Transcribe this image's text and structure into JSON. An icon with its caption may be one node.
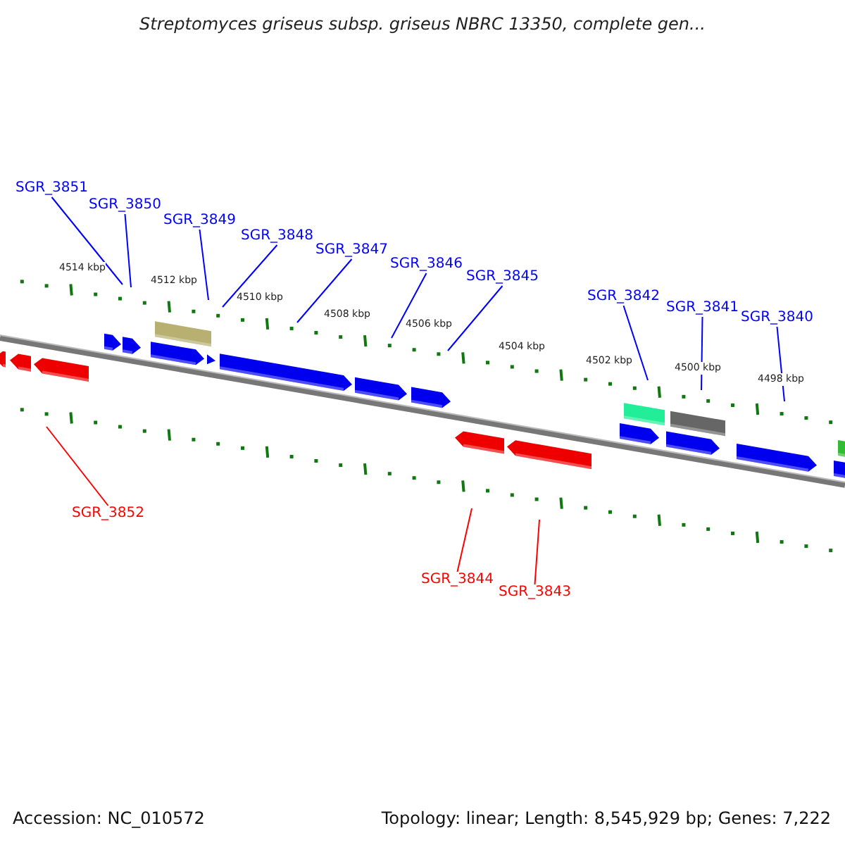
{
  "diagram": {
    "title": "Streptomyces griseus subsp. griseus NBRC 13350, complete gen...",
    "nodes": [
      {
        "text": [
          "SGR_3851"
        ]
      },
      {
        "text": [
          "SGR_3850"
        ]
      },
      {
        "text": [
          "SGR_3849"
        ]
      },
      {
        "text": [
          "SGR_3848"
        ]
      },
      {
        "text": [
          "SGR_3847"
        ]
      },
      {
        "text": [
          "SGR_3846"
        ]
      },
      {
        "text": [
          "SGR_3845"
        ]
      },
      {
        "text": [
          "SGR_3842"
        ]
      },
      {
        "text": [
          "SGR_3841"
        ]
      },
      {
        "text": [
          "SGR_3840"
        ]
      },
      {
        "text": [
          "SGR_3852"
        ]
      },
      {
        "text": [
          "SGR_3844"
        ]
      },
      {
        "text": [
          "SGR_3843"
        ]
      }
    ],
    "edges": [
      {
        "from": 0,
        "to": null,
        "arrow": "none"
      },
      {
        "from": 1,
        "to": null,
        "arrow": "none"
      },
      {
        "from": 2,
        "to": null,
        "arrow": "none"
      },
      {
        "from": 3,
        "to": null,
        "arrow": "none"
      },
      {
        "from": 4,
        "to": null,
        "arrow": "none"
      },
      {
        "from": 5,
        "to": null,
        "arrow": "none"
      },
      {
        "from": 6,
        "to": null,
        "arrow": "none"
      },
      {
        "from": 7,
        "to": null,
        "arrow": "none"
      },
      {
        "from": 8,
        "to": null,
        "arrow": "none"
      },
      {
        "from": 9,
        "to": null,
        "arrow": "none"
      },
      {
        "from": 10,
        "to": null,
        "arrow": "none",
        "color": "#ff0000"
      },
      {
        "from": 11,
        "to": null,
        "arrow": "none",
        "color": "#ff0000"
      },
      {
        "from": 12,
        "to": null,
        "arrow": "none",
        "color": "#ff0000"
      }
    ],
    "labels": [
      "4514 kbp",
      "4512 kbp",
      "4510 kbp",
      "4508 kbp",
      "4506 kbp",
      "4504 kbp",
      "4502 kbp",
      "4500 kbp",
      "4498 kbp",
      "Accession: NC_010572",
      "Topology: linear; Length: 8,545,929 bp; Genes: 7,222"
    ]
  }
}
